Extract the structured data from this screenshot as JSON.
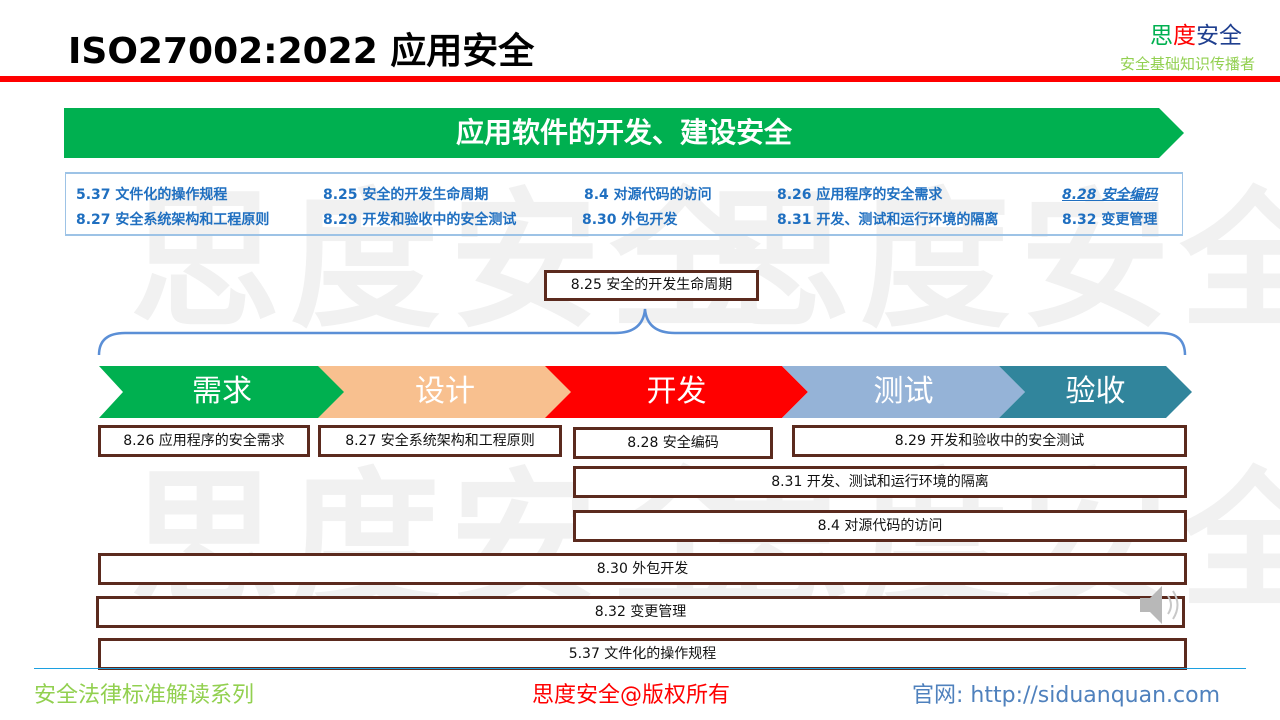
{
  "header": {
    "title": "ISO27002:2022 应用安全",
    "brand": [
      "思",
      "度",
      "安全"
    ],
    "brand_colors": [
      "#00b050",
      "#ff0000",
      "#1f3f8f"
    ],
    "slogan": "安全基础知识传播者"
  },
  "watermark": "思度安全",
  "banner": {
    "title": "应用软件的开发、建设安全"
  },
  "controls": [
    {
      "label": "5.37 文件化的操作规程"
    },
    {
      "label": "8.25 安全的开发生命周期"
    },
    {
      "label": "8.4 对源代码的访问"
    },
    {
      "label": "8.26 应用程序的安全需求"
    },
    {
      "label": "8.28 安全编码",
      "highlighted": true
    },
    {
      "label": "8.27 安全系统架构和工程原则"
    },
    {
      "label": "8.29 开发和验收中的安全测试"
    },
    {
      "label": "8.30 外包开发"
    },
    {
      "label": "8.31 开发、测试和运行环境的隔离"
    },
    {
      "label": "8.32 变更管理"
    }
  ],
  "lifecycle": {
    "label": "8.25 安全的开发生命周期"
  },
  "phases": [
    {
      "label": "需求",
      "color": "#00b050"
    },
    {
      "label": "设计",
      "color": "#f8c08f"
    },
    {
      "label": "开发",
      "color": "#ff0000"
    },
    {
      "label": "测试",
      "color": "#95b3d7"
    },
    {
      "label": "验收",
      "color": "#31859c"
    }
  ],
  "boxes": [
    "8.26 应用程序的安全需求",
    "8.27 安全系统架构和工程原则",
    "8.28 安全编码",
    "8.29 开发和验收中的安全测试",
    "8.31 开发、测试和运行环境的隔离",
    "8.4 对源代码的访问",
    "8.30 外包开发",
    "8.32 变更管理",
    "5.37 文件化的操作规程"
  ],
  "footer": {
    "series": "安全法律标准解读系列",
    "copyright": "思度安全@版权所有",
    "website": "官网: http://siduanquan.com"
  }
}
